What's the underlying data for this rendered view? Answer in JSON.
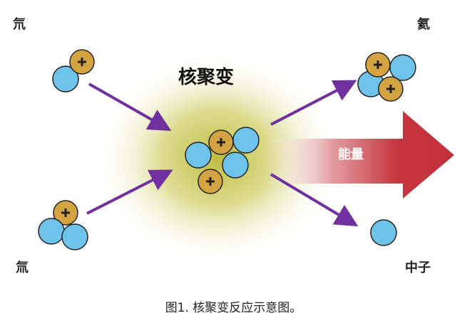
{
  "labels": {
    "deuterium": "氘",
    "tritium": "氚",
    "helium": "氦",
    "neutron": "中子",
    "fusion": "核聚变",
    "energy": "能量"
  },
  "caption": "图1. 核聚变反应示意图。",
  "colors": {
    "proton": "#d4a443",
    "neutron": "#6ec3ea",
    "arrow": "#7030a0",
    "energy_arrow": "#c1323d",
    "glow": "#c9c860"
  }
}
